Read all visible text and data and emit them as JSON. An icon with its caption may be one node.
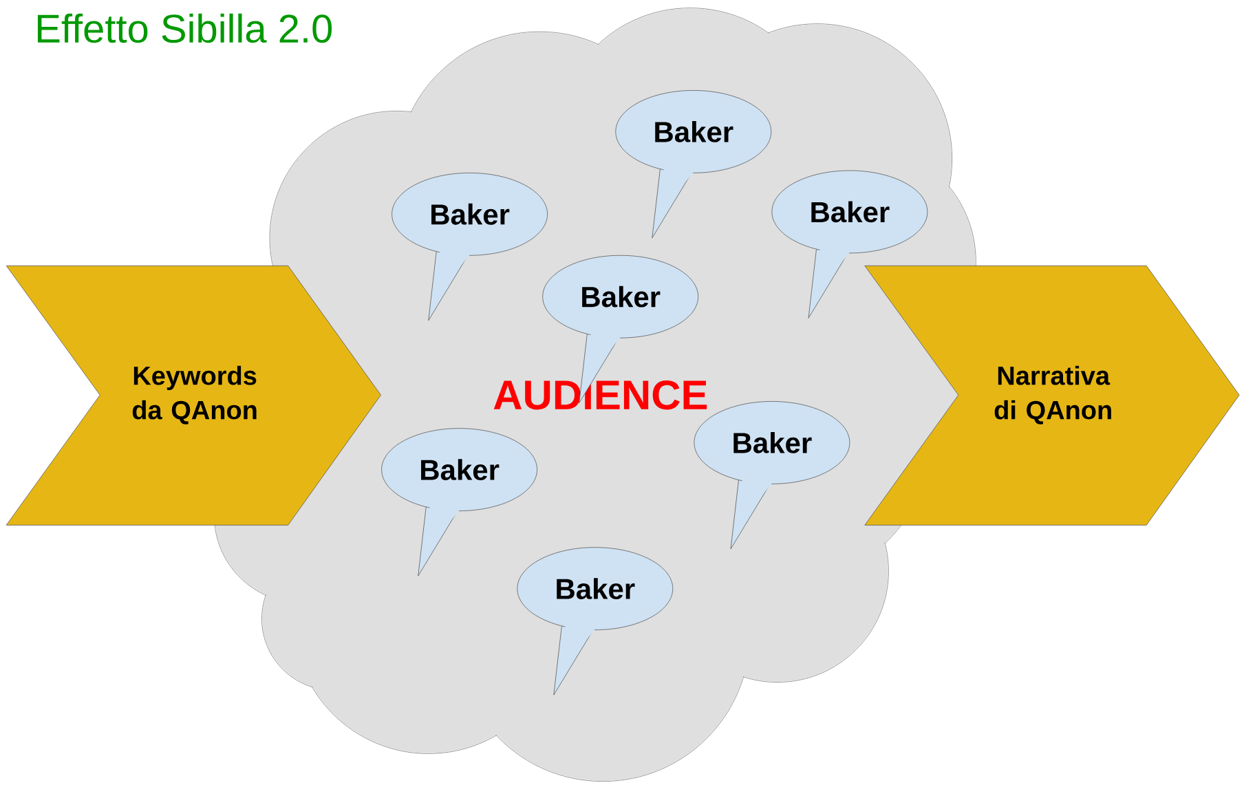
{
  "diagram": {
    "title": "Effetto Sibilla 2.0",
    "nodes": [
      {
        "text": [
          "AUDIENCE"
        ]
      },
      {
        "text": [
          "Baker"
        ],
        "in": 0
      },
      {
        "text": [
          "Baker"
        ],
        "in": 0
      },
      {
        "text": [
          "Baker"
        ],
        "in": 0
      },
      {
        "text": [
          "Baker"
        ],
        "in": 0
      },
      {
        "text": [
          "Baker"
        ],
        "in": 0
      },
      {
        "text": [
          "Baker"
        ],
        "in": 0
      },
      {
        "text": [
          "Baker"
        ],
        "in": 0
      },
      {
        "text": [
          "Keywords da QAnon"
        ]
      },
      {
        "text": [
          "Narrativa di QAnon"
        ]
      }
    ],
    "edges": []
  }
}
